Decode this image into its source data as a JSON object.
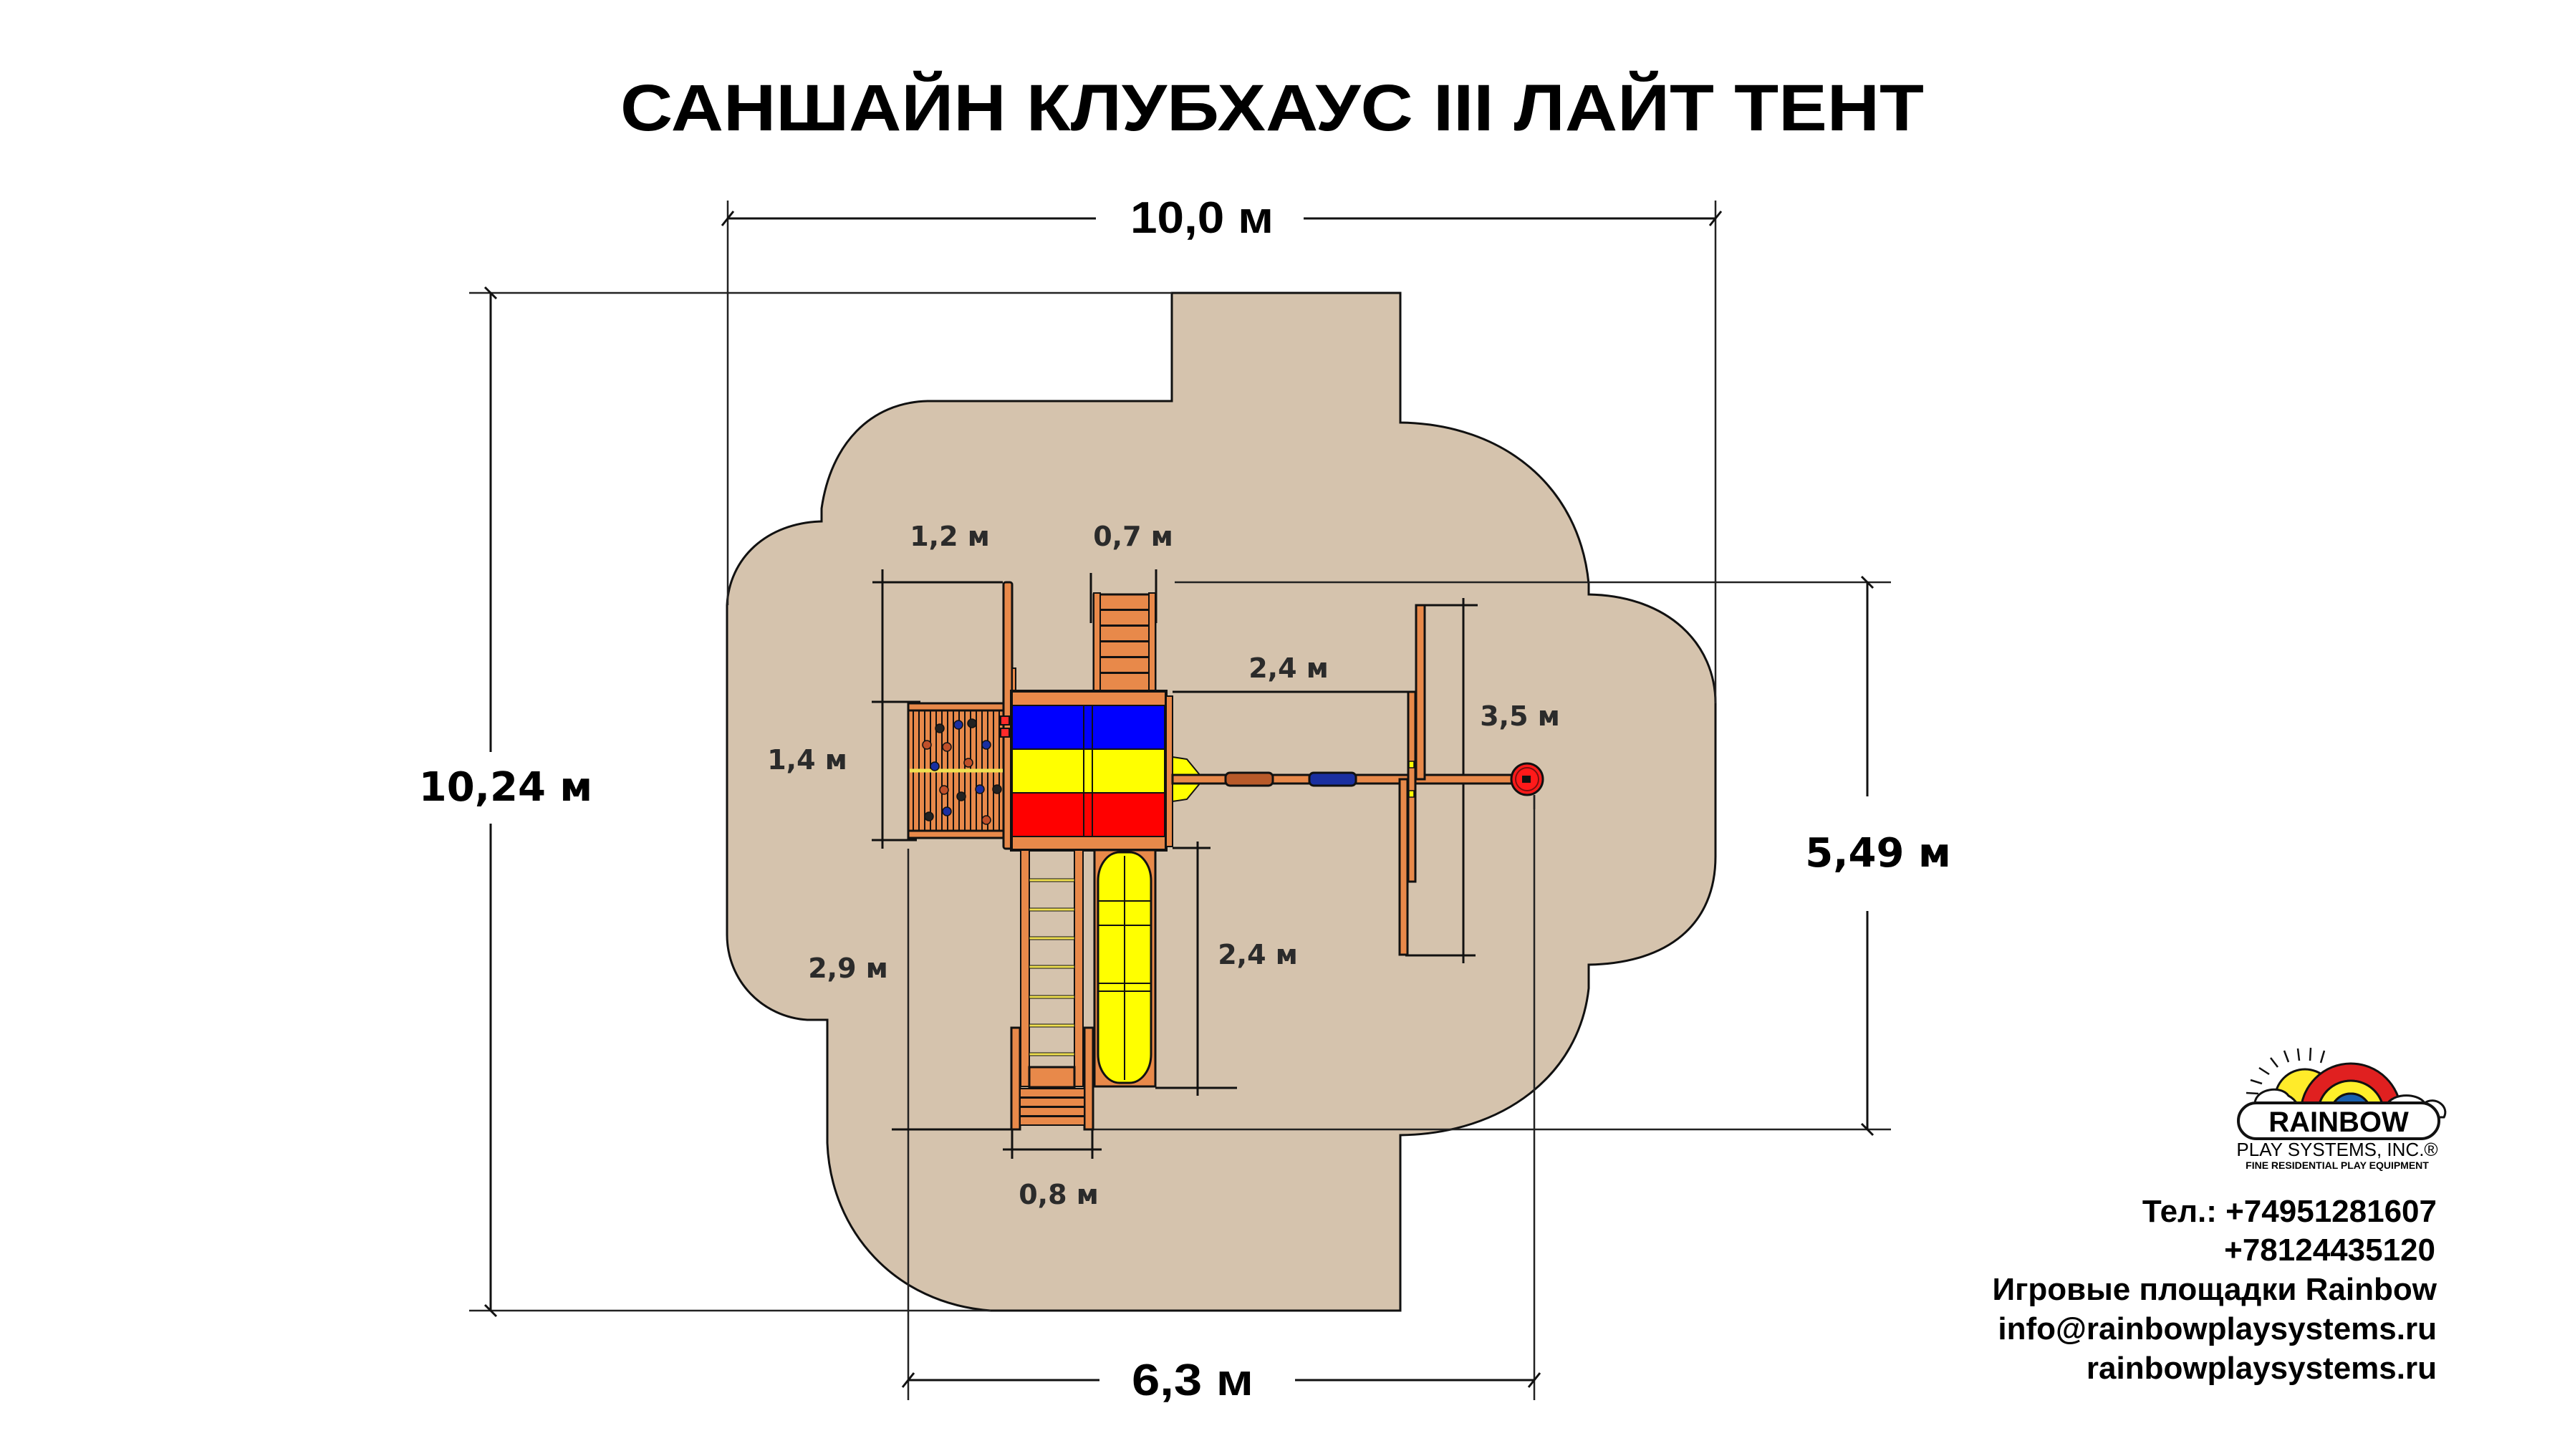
{
  "title": "САНШАЙН КЛУБХАУС III ЛАЙТ ТЕНТ",
  "dimensions": {
    "overall_width": "10,0 м",
    "overall_depth": "10,24 м",
    "structure_width": "6,3 м",
    "structure_depth": "5,49 м",
    "climbing_wall_offset": "1,2 м",
    "top_ladder_width": "0,7 м",
    "climbing_wall_width": "1,4 м",
    "beam_to_aframe": "2,4 м",
    "swing_aframe_width": "3,5 м",
    "slide_length": "2,4 м",
    "ladder_length": "2,9 м",
    "ladder_width": "0,8 м"
  },
  "colors": {
    "safety_zone": "#d5c3ad",
    "wood": "#e8894a",
    "tarp_blue": "#0000ff",
    "tarp_yellow": "#ffff00",
    "tarp_red": "#ff0000",
    "slide": "#ffff00"
  },
  "swings": [
    {
      "name": "brown-swing-seat",
      "color": "#b85a2a"
    },
    {
      "name": "blue-swing-seat",
      "color": "#1a2fa0"
    }
  ],
  "logo": {
    "brand": "RAINBOW",
    "company": "PLAY SYSTEMS, INC.®",
    "tagline": "FINE RESIDENTIAL PLAY EQUIPMENT"
  },
  "contacts": {
    "phone_1": "Тел.: +74951281607",
    "phone_2": "+78124435120",
    "company_name": "Игровые площадки Rainbow",
    "email": "info@rainbowplaysystems.ru",
    "website": "rainbowplaysystems.ru"
  }
}
